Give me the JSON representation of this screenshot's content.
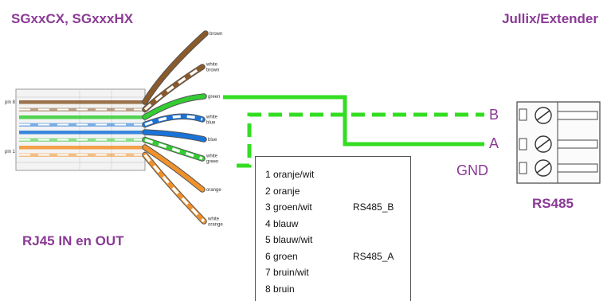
{
  "header": {
    "left_title": "SGxxCX, SGxxxHX",
    "right_title": "Jullix/Extender"
  },
  "connector_label": "RJ45 IN en OUT",
  "terminal_label": "RS485",
  "terminal_signals": [
    "B",
    "A",
    "GND"
  ],
  "rj45_pin_marks": {
    "top": "pin 8",
    "bottom": "pin 1"
  },
  "wire_labels": [
    {
      "text": "brown",
      "lines": [
        "brown"
      ],
      "color": "#8b5a2b",
      "striped": false
    },
    {
      "text": "white brown",
      "lines": [
        "white",
        "brown"
      ],
      "color": "#8b5a2b",
      "striped": true
    },
    {
      "text": "green",
      "lines": [
        "green"
      ],
      "color": "#33cc33",
      "striped": false
    },
    {
      "text": "white blue",
      "lines": [
        "white",
        "blue"
      ],
      "color": "#1a73d9",
      "striped": true
    },
    {
      "text": "blue",
      "lines": [
        "blue"
      ],
      "color": "#1a73d9",
      "striped": false
    },
    {
      "text": "white green",
      "lines": [
        "white",
        "green"
      ],
      "color": "#33cc33",
      "striped": true
    },
    {
      "text": "orange",
      "lines": [
        "orange"
      ],
      "color": "#f0922b",
      "striped": false
    },
    {
      "text": "white orange",
      "lines": [
        "white",
        "orange"
      ],
      "color": "#f0922b",
      "striped": true
    }
  ],
  "pin_table": [
    {
      "pin": "1 oranje/wit",
      "signal": ""
    },
    {
      "pin": "2 oranje",
      "signal": ""
    },
    {
      "pin": "3 groen/wit",
      "signal": "RS485_B"
    },
    {
      "pin": "4 blauw",
      "signal": ""
    },
    {
      "pin": "5 blauw/wit",
      "signal": ""
    },
    {
      "pin": "6 groen",
      "signal": "RS485_A"
    },
    {
      "pin": "7 bruin/wit",
      "signal": ""
    },
    {
      "pin": "8 bruin",
      "signal": ""
    }
  ],
  "colors": {
    "accent_purple": "#8a3a95",
    "signal_green": "#33dd22"
  }
}
